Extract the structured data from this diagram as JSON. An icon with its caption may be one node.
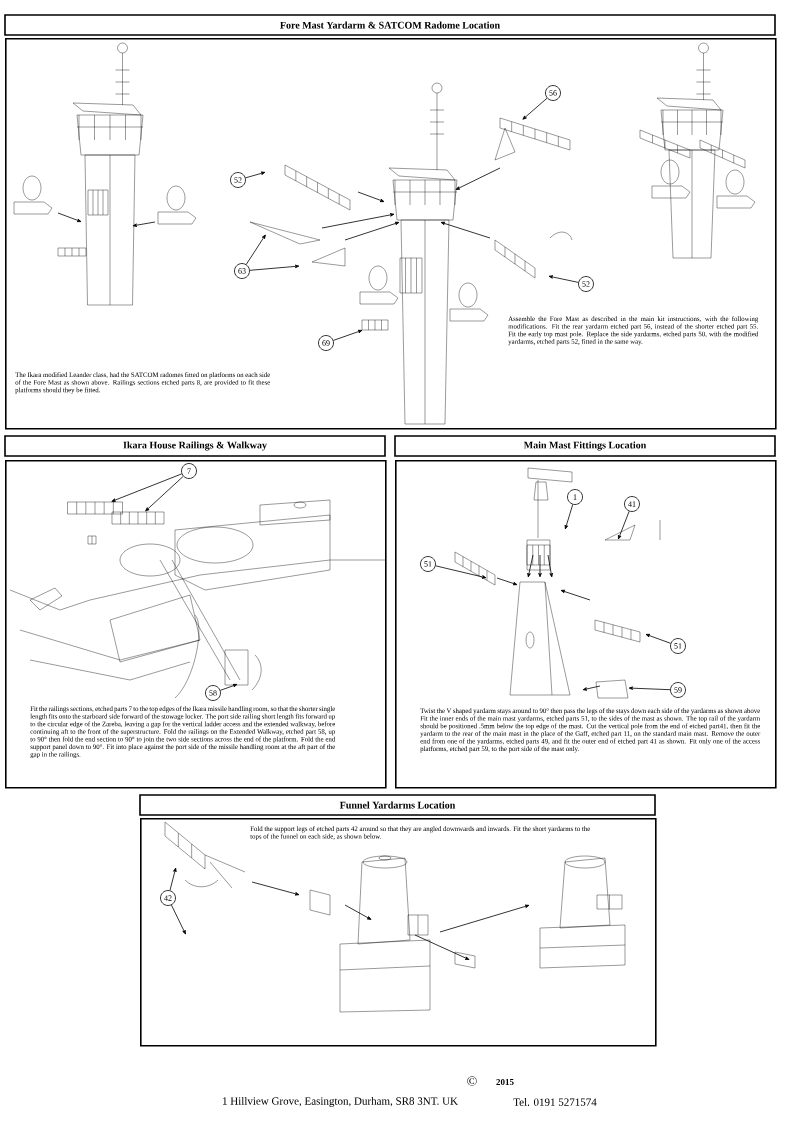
{
  "diagram": {
    "nodes": [
      {
        "text": [
          "Fore Mast Yardarm & SATCOM Radome Location",
          "The Ikara modified Leander class, had the SATCOM radomes fitted on platforms on each side of the Fore Mast as shown above. Railings sections etched parts 8, are provided to fit these platforms should they be fitted.",
          "Assemble the Fore Mast as described in the main kit instructions, with the following modifications. Fit the rear yardarm etched part 56, instead of the shorter etched part 55. Fit the early top mast pole. Replace the side yardarms, etched parts 50, with the modified yardarms, etched parts 52, fitted in the same way."
        ]
      },
      {
        "text": [
          "Ikara House Railings & Walkway",
          "Fit the railings sections, etched parts 7 to the top edges of the Ikara missile handling room, so that the shorter single length fits onto the starboard side forward of the stowage locker. The port side railing short length fits forward up to the circular edge of the Zareba, leaving a gap for the vertical ladder access and the extended walkway, before continuing aft to the front of the superstructure. Fold the railings on the Extended Walkway, etched part 58, up to 90° then fold the end section to 90° to join the two side sections across the end of the platform. Fold the end support panel down to 90°. Fit into place against the port side of the missile handling room at the aft part of the gap in the railings."
        ]
      },
      {
        "text": [
          "Main Mast Fittings Location",
          "Twist the V shaped yardarm stays around to 90° then pass the legs of the stays down each side of the yardarms as shown above Fit the inner ends of the main mast yardarms, etched parts 51, to the sides of the mast as shown. The top rail of the yardarm should be positioned .5mm below the top edge of the mast. Cut the vertical pole from the end of etched part41, then fit the yardarm to the rear of the main mast in the place of the Gaff, etched part 11, on the standard main mast. Remove the outer end from one of the yardarms, etched parts 49, and fit the outer end of etched part 41 as shown. Fit only one of the access platforms, etched part 59, to the port side of the mast only."
        ]
      },
      {
        "text": [
          "Funnel Yardarms Location",
          "Fold the support legs of etched parts 42 around so that they are angled downwards and inwards. Fit the short yardarms to the tops of the funnel on each side, as shown below."
        ]
      },
      {
        "text": [
          "52"
        ],
        "in": 0
      },
      {
        "text": [
          "56"
        ],
        "in": 0
      },
      {
        "text": [
          "63"
        ],
        "in": 0
      },
      {
        "text": [
          "52"
        ],
        "in": 0
      },
      {
        "text": [
          "69"
        ],
        "in": 0
      },
      {
        "text": [
          "7"
        ],
        "in": 1
      },
      {
        "text": [
          "58"
        ],
        "in": 1
      },
      {
        "text": [
          "1"
        ],
        "in": 2
      },
      {
        "text": [
          "41"
        ],
        "in": 2
      },
      {
        "text": [
          "51"
        ],
        "in": 2
      },
      {
        "text": [
          "51"
        ],
        "in": 2
      },
      {
        "text": [
          "59"
        ],
        "in": 2
      },
      {
        "text": [
          "42"
        ],
        "in": 3
      },
      {
        "text": [],
        "shape": "picture",
        "in": 1
      },
      {
        "text": [],
        "shape": "picture",
        "in": 1
      }
    ],
    "edges": [
      {
        "from": 4,
        "to": null,
        "arrow": "to"
      },
      {
        "from": 5,
        "to": null,
        "arrow": "to"
      },
      {
        "from": 6,
        "to": null,
        "arrow": "to"
      },
      {
        "from": 6,
        "to": null,
        "arrow": "to"
      },
      {
        "from": 7,
        "to": null,
        "arrow": "to"
      },
      {
        "from": 8,
        "to": null,
        "arrow": "to"
      },
      {
        "from": 9,
        "to": 17,
        "arrow": "to"
      },
      {
        "from": 9,
        "to": 18,
        "arrow": "to"
      },
      {
        "from": 10,
        "to": null,
        "arrow": "to"
      },
      {
        "from": 11,
        "to": null,
        "arrow": "to"
      },
      {
        "from": 12,
        "to": null,
        "arrow": "to"
      },
      {
        "from": 13,
        "to": null,
        "arrow": "to"
      },
      {
        "from": 14,
        "to": null,
        "arrow": "to"
      },
      {
        "from": 15,
        "to": null,
        "arrow": "to"
      },
      {
        "from": 16,
        "to": null,
        "arrow": "to"
      },
      {
        "from": 16,
        "to": null,
        "arrow": "to"
      }
    ],
    "labels": [
      "©",
      "2015",
      "1 Hillview Grove, Easington, Durham, SR8 3NT. UK",
      "Tel. 0191 5271574"
    ]
  }
}
